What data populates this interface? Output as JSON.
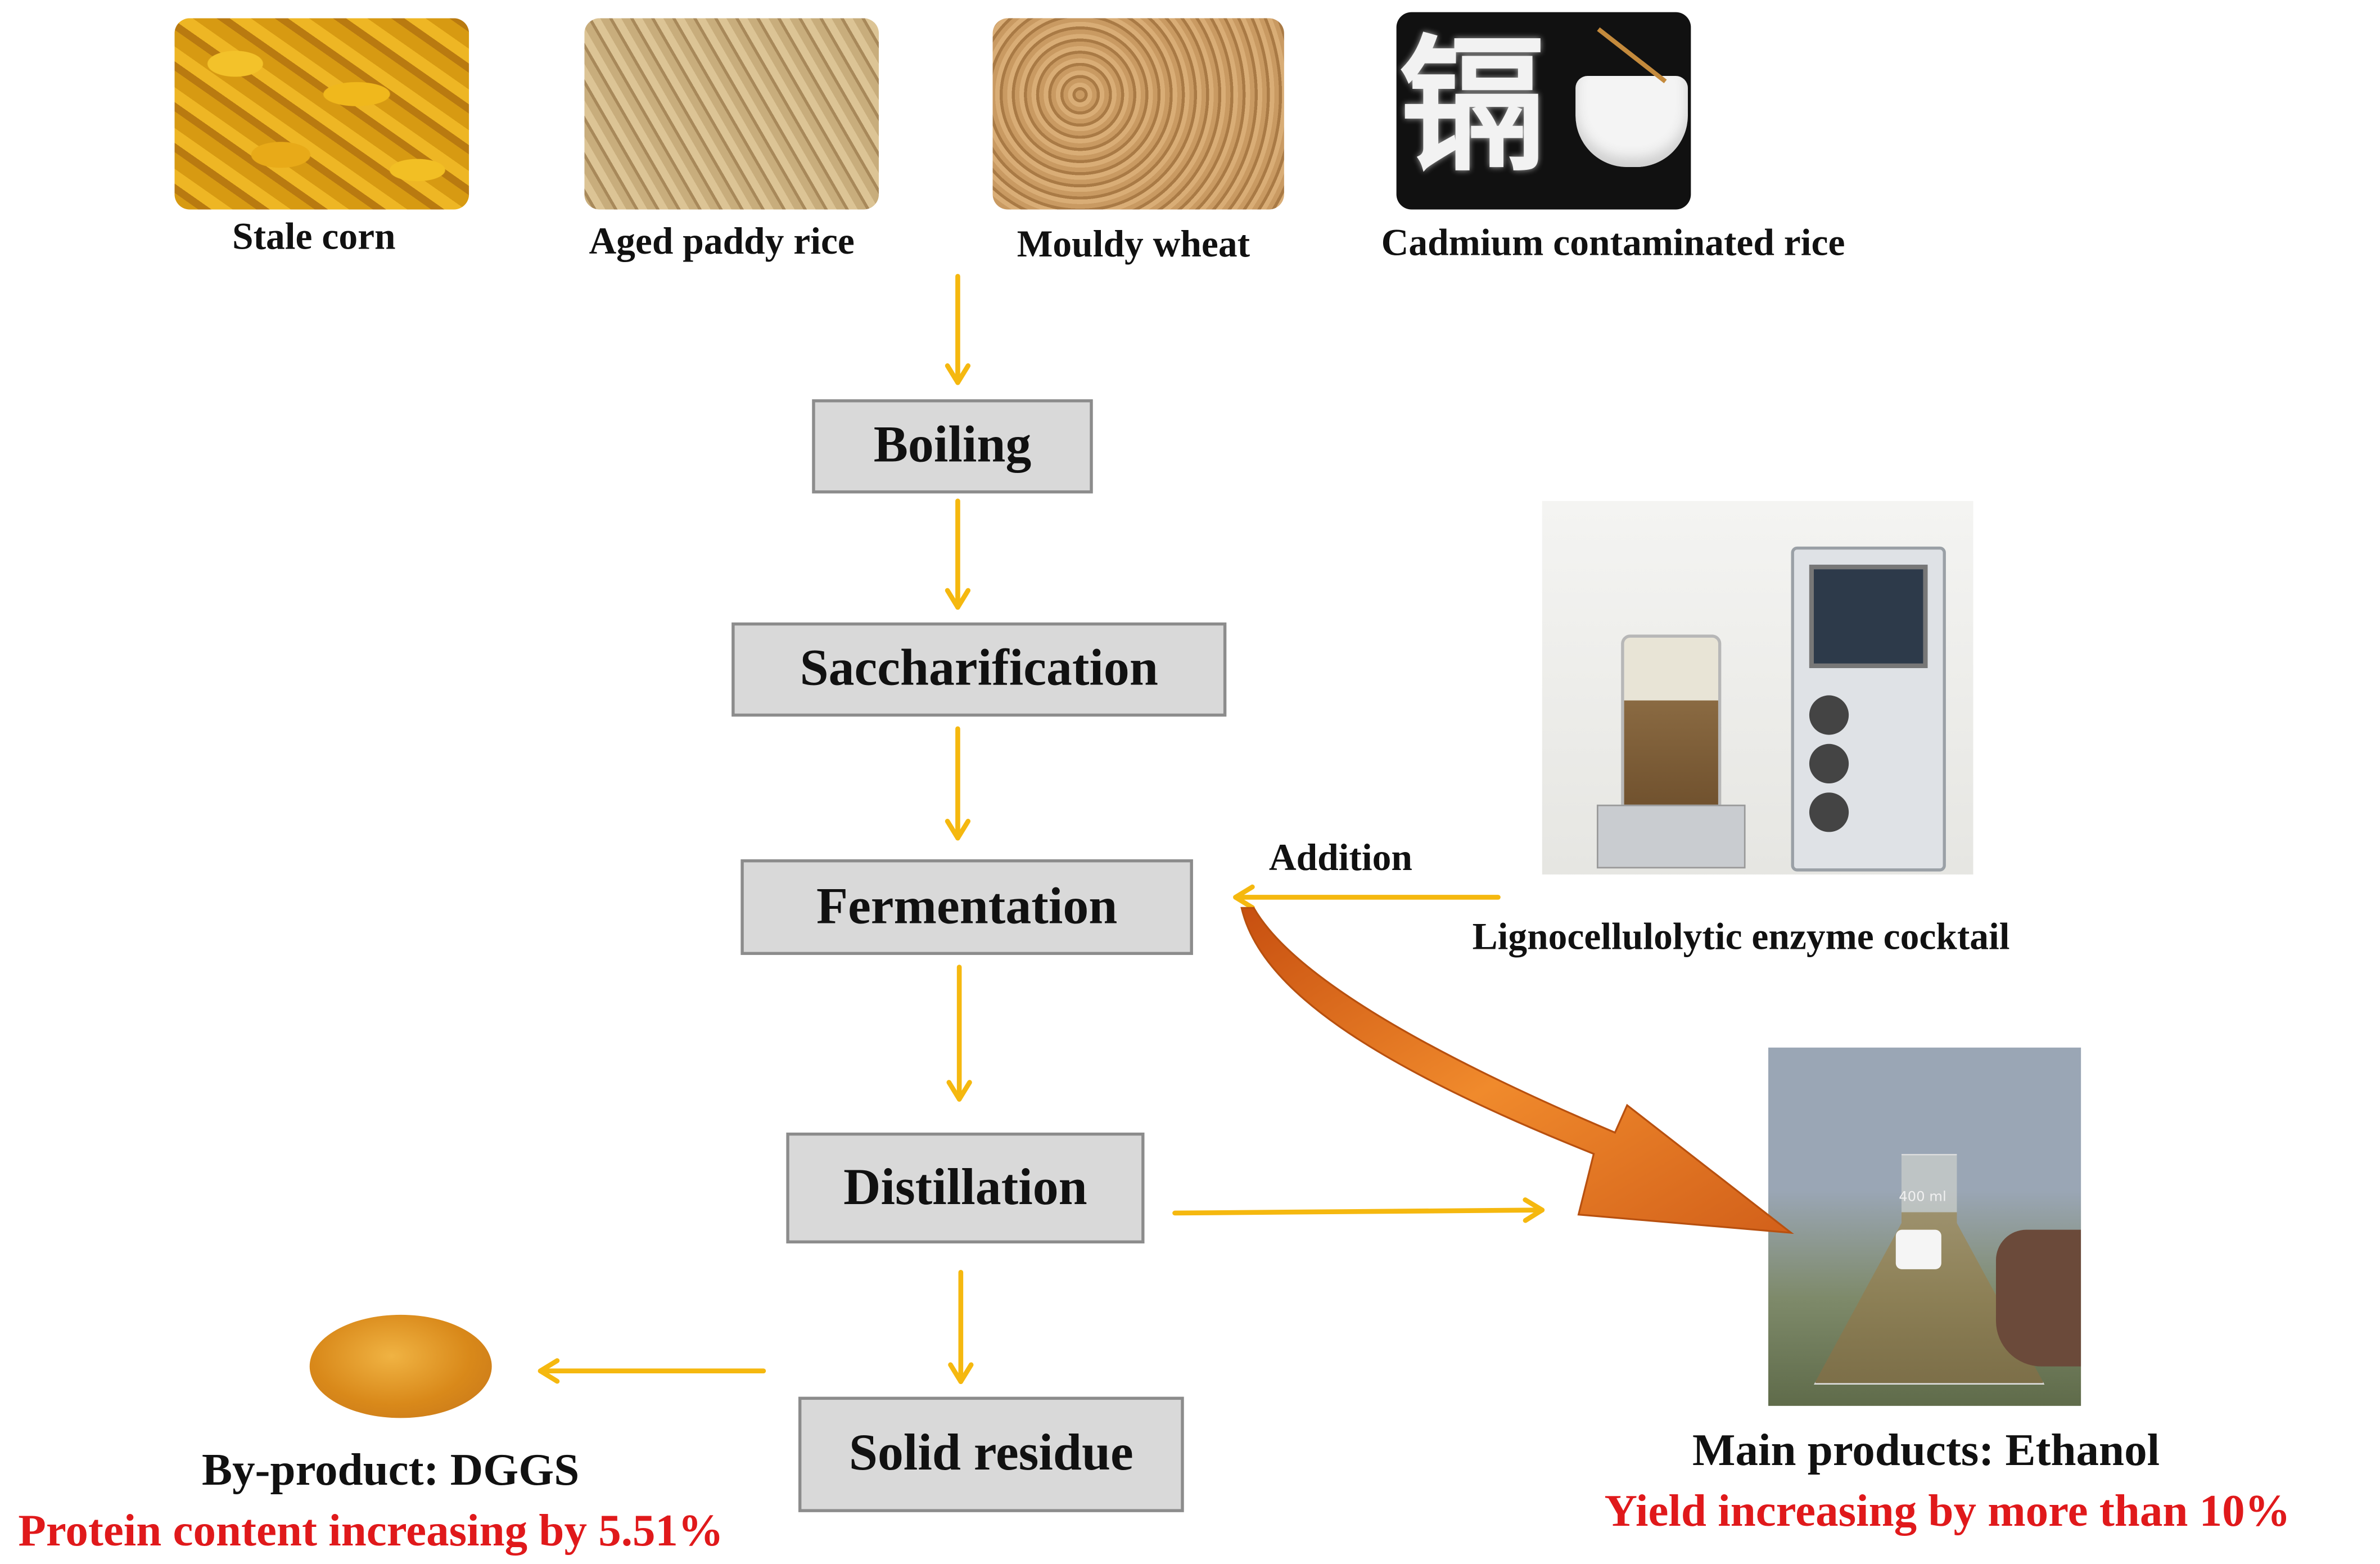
{
  "grains": [
    {
      "label": "Stale corn"
    },
    {
      "label": "Aged paddy rice"
    },
    {
      "label": "Mouldy wheat"
    },
    {
      "label": "Cadmium contaminated rice",
      "photo_char": "镉"
    }
  ],
  "steps": [
    {
      "label": "Boiling"
    },
    {
      "label": "Saccharification"
    },
    {
      "label": "Fermentation"
    },
    {
      "label": "Distillation"
    },
    {
      "label": "Solid residue"
    }
  ],
  "enzyme": {
    "addition_label": "Addition",
    "caption": "Lignocellulolytic enzyme cocktail"
  },
  "main_product": {
    "title": "Main products: Ethanol",
    "note": "Yield increasing by more than 10%",
    "flask_mark": "400 ml"
  },
  "by_product": {
    "title": "By-product: DGGS",
    "note": "Protein content increasing by 5.51%"
  },
  "colors": {
    "flow_arrow": "#f5b80f",
    "big_arrow": "#e8681a",
    "box_fill": "#d9d9d9",
    "highlight_text": "#e0191b"
  }
}
